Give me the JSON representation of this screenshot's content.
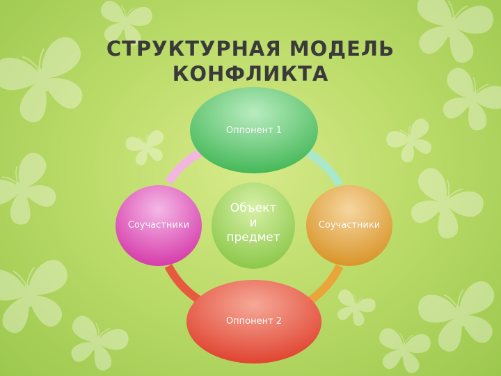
{
  "slide": {
    "title_line1": "СТРУКТУРНАЯ МОДЕЛЬ",
    "title_line2": "КОНФЛИКТА"
  },
  "diagram": {
    "center": {
      "line1": "Объект",
      "line2": "и",
      "line3": "предмет",
      "color": "#9cd15a"
    },
    "nodes": [
      {
        "id": "top",
        "label": "Оппонент 1",
        "color": "#55c36a"
      },
      {
        "id": "left",
        "label": "Соучастники",
        "color": "#e14fb6"
      },
      {
        "id": "right",
        "label": "Соучастники",
        "color": "#e3a83a"
      },
      {
        "id": "bottom",
        "label": "Оппонент 2",
        "color": "#e8503a"
      }
    ],
    "arc_colors": [
      "#a7e9c6",
      "#f0b0de",
      "#eea33d",
      "#e8503a"
    ]
  },
  "background": {
    "motif": "butterfly-icon"
  }
}
